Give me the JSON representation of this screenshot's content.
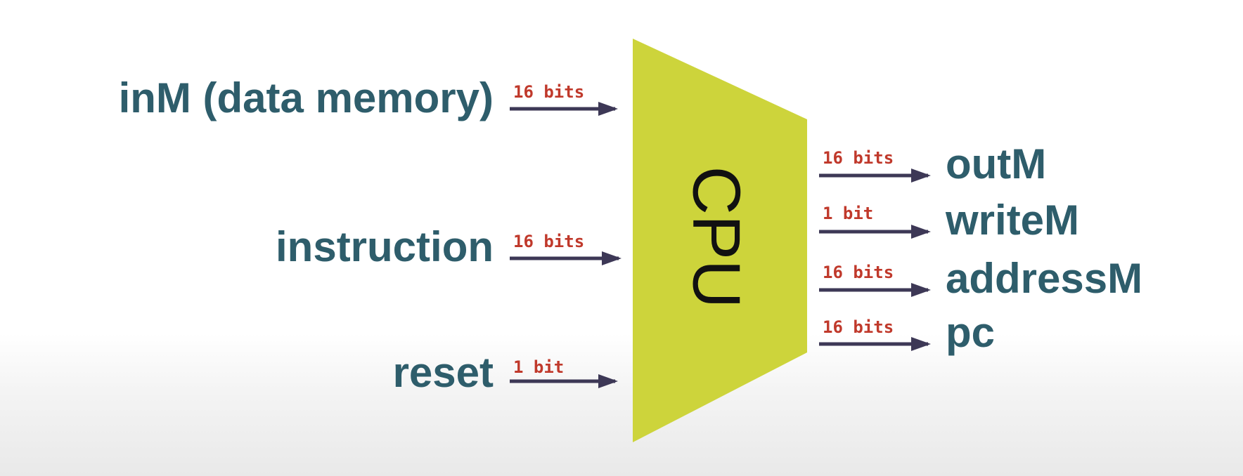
{
  "colors": {
    "label": "#2e5d6b",
    "bit_width": "#c0392b",
    "arrow": "#3d3856",
    "cpu_fill": "#cdd43b",
    "cpu_text": "#111111"
  },
  "cpu": {
    "label": "CPU"
  },
  "inputs": [
    {
      "name": "inM (data memory)",
      "width": "16 bits"
    },
    {
      "name": "instruction",
      "width": "16 bits"
    },
    {
      "name": "reset",
      "width": "1 bit"
    }
  ],
  "outputs": [
    {
      "name": "outM",
      "width": "16 bits"
    },
    {
      "name": "writeM",
      "width": "1 bit"
    },
    {
      "name": "addressM",
      "width": "16 bits"
    },
    {
      "name": "pc",
      "width": "16 bits"
    }
  ]
}
